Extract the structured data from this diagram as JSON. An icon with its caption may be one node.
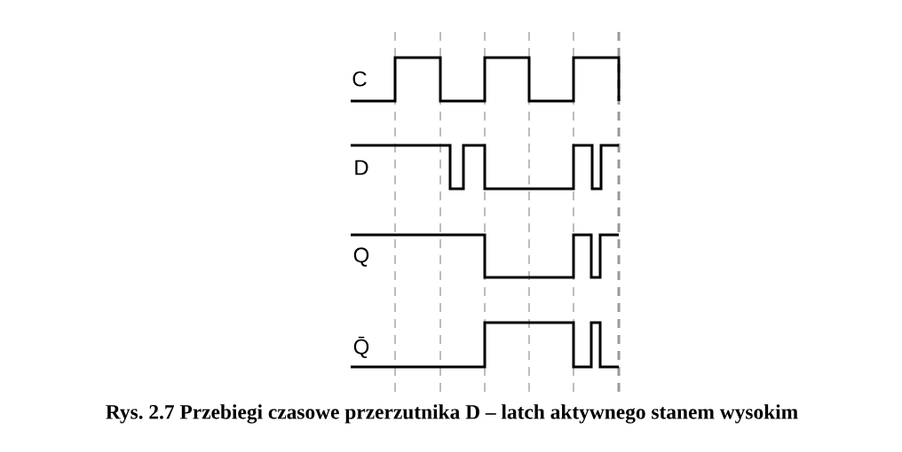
{
  "diagram": {
    "caption": "Rys. 2.7 Przebiegi czasowe przerzutnika D – latch aktywnego stanem wysokim",
    "labels": [
      "C",
      "D",
      "Q",
      "Q̄"
    ]
  }
}
